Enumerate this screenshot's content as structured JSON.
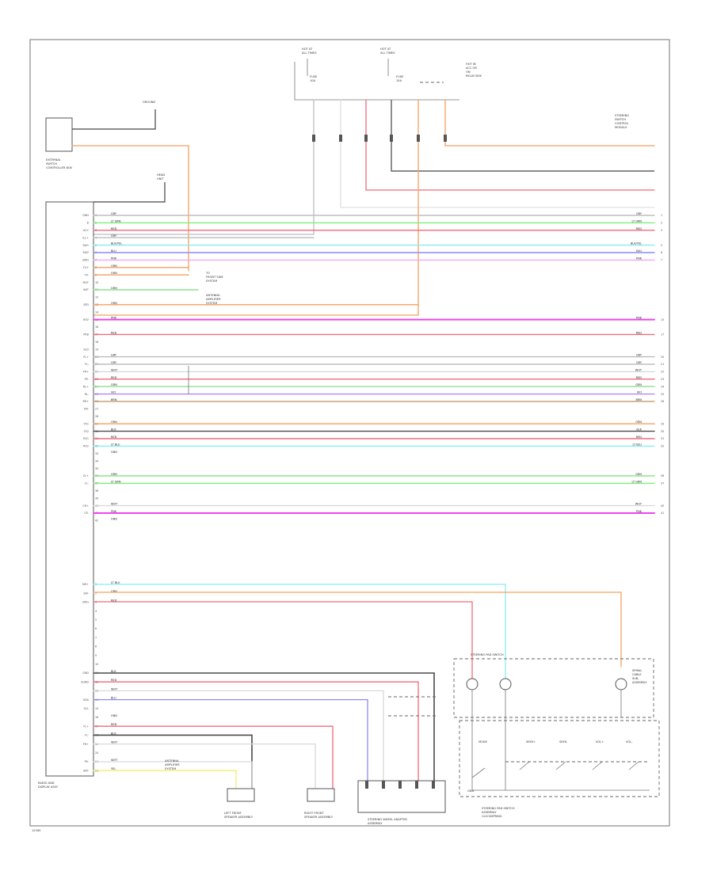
{
  "diagram": {
    "footer": "12345",
    "labels": {
      "left_top_box": [
        "EXTERNAL",
        "SWITCH",
        "CONTROLLER BOX"
      ],
      "ground_top": "GROUND",
      "ground_mid": [
        "HEAD",
        "UNIT"
      ],
      "fuse_left": [
        "HOT AT",
        "ALL TIMES"
      ],
      "fuse_mid": [
        "HOT AT",
        "ALL TIMES"
      ],
      "fuse_left_sub": [
        "FUSE",
        "10A"
      ],
      "fuse_mid_sub": [
        "FUSE",
        "15A"
      ],
      "fuse_right": [
        "HOT IN",
        "ACC OR",
        "ON",
        "RELAY BOX"
      ],
      "right_top": [
        "STEERING",
        "SWITCH",
        "CONTROL",
        "MODULE"
      ],
      "to_entertainment": [
        "TO",
        "FRONT SIDE",
        "SYSTEM"
      ],
      "to_amp": [
        "ANTENNA",
        "AMPLIFIER",
        "SYSTEM"
      ],
      "to_other": [
        "ANTENNA",
        "AMPLIFIER",
        "SYSTEM"
      ],
      "radio": [
        "RADIO AND",
        "DISPLAY ASSY"
      ],
      "left_spk": [
        "LEFT FRONT",
        "SPEAKER ASSEMBLY"
      ],
      "right_spk": [
        "RIGHT FRONT",
        "SPEAKER ASSEMBLY"
      ],
      "center_box": [
        "STEERING WHEEL ADAPTER",
        "ASSEMBLY"
      ],
      "right_box": [
        "STEERING PAD SWITCH",
        "ASSEMBLY",
        "CLOCKSPRING"
      ],
      "right_box_top": "STEERING PAD SWITCH",
      "spiral": [
        "SPIRAL",
        "CABLE",
        "SUB-",
        "ASSEMBLY"
      ],
      "switch_labels": [
        "MODE",
        "SEEK+",
        "SEEK-",
        "VOL+",
        "VOL-"
      ],
      "sw_ground": "GND"
    },
    "wire_colors": {
      "BLK": "#4a4a4a",
      "GRY": "#bdbdbd",
      "WHT": "#d9d9d9",
      "RED": "#f06a7a",
      "LT GRN": "#7df07d",
      "GRN": "#8ee28e",
      "PNK": "#f3a6f3",
      "MAG": "#ee44ee",
      "BLU": "#8a8af5",
      "VIO": "#b38cf0",
      "ORN": "#f5a05f",
      "LT BLU": "#88ecf3",
      "YEL": "#f2ee6a",
      "BRN": "#c9a27a"
    },
    "left_wires": [
      {
        "pin": "GND",
        "color": "GRY",
        "label": "GRY",
        "right": "GRY"
      },
      {
        "pin": "B",
        "color": "LT GRN",
        "label": "LT GRN",
        "right": "LT GRN"
      },
      {
        "pin": "ACC",
        "color": "RED",
        "label": "RED",
        "right": "RED"
      },
      {
        "pin": "ILL+",
        "color": "GRY",
        "label": "GRY",
        "right": ""
      },
      {
        "pin": "SW1",
        "color": "LT BLU",
        "label": "BLK/YEL",
        "right": "BLK/YEL"
      },
      {
        "pin": "SW2",
        "color": "BLU",
        "label": "BLU",
        "right": "BLU"
      },
      {
        "pin": "SWG",
        "color": "PNK",
        "label": "PNK",
        "right": "PNK"
      },
      {
        "pin": "TX+",
        "color": "ORN",
        "label": "ORN",
        "right": ""
      },
      {
        "pin": "TX-",
        "color": "ORN",
        "label": "ORN",
        "right": ""
      },
      {
        "pin": "MUT",
        "color": "",
        "label": "",
        "right": ""
      },
      {
        "pin": "ANT",
        "color": "GRN",
        "label": "GRN",
        "right": ""
      },
      {
        "pin": "",
        "color": "",
        "label": "",
        "right": ""
      },
      {
        "pin": "SPD",
        "color": "ORN",
        "label": "ORN",
        "right": ""
      },
      {
        "pin": "",
        "color": "",
        "label": "",
        "right": ""
      },
      {
        "pin": "REV",
        "color": "MAG",
        "label": "PNK",
        "right": "PNK"
      },
      {
        "pin": "",
        "color": "",
        "label": "",
        "right": ""
      },
      {
        "pin": "PKB",
        "color": "RED",
        "label": "RED",
        "right": "RED"
      },
      {
        "pin": "",
        "color": "",
        "label": "",
        "right": ""
      },
      {
        "pin": "SLD",
        "color": "",
        "label": "",
        "right": ""
      },
      {
        "pin": "FL+",
        "color": "GRY",
        "label": "GRY",
        "right": "GRY"
      },
      {
        "pin": "FL-",
        "color": "GRY",
        "label": "GRY",
        "right": "GRY"
      },
      {
        "pin": "FR+",
        "color": "WHT",
        "label": "WHT",
        "right": "WHT"
      },
      {
        "pin": "FR-",
        "color": "RED",
        "label": "RED",
        "right": "RED"
      },
      {
        "pin": "RL+",
        "color": "GRN",
        "label": "GRN",
        "right": "GRN"
      },
      {
        "pin": "RL-",
        "color": "VIO",
        "label": "VIO",
        "right": "VIO"
      },
      {
        "pin": "RR+",
        "color": "BRN",
        "label": "BRN",
        "right": "BRN"
      },
      {
        "pin": "RR-",
        "color": "",
        "label": "",
        "right": ""
      },
      {
        "pin": "",
        "color": "",
        "label": "",
        "right": ""
      },
      {
        "pin": "TX1",
        "color": "ORN",
        "label": "ORN",
        "right": "ORN"
      },
      {
        "pin": "TX2",
        "color": "BLK",
        "label": "BLK",
        "right": "BLK"
      },
      {
        "pin": "RX1",
        "color": "RED",
        "label": "RED",
        "right": "RED"
      },
      {
        "pin": "RX2",
        "color": "LT BLU",
        "label": "LT BLU",
        "right": "LT BLU"
      },
      {
        "pin": "",
        "color": "",
        "label": "GND",
        "right": ""
      },
      {
        "pin": "",
        "color": "",
        "label": "",
        "right": ""
      },
      {
        "pin": "",
        "color": "",
        "label": "",
        "right": ""
      },
      {
        "pin": "CL+",
        "color": "GRN",
        "label": "GRN",
        "right": "GRN"
      },
      {
        "pin": "CL-",
        "color": "LT GRN",
        "label": "LT GRN",
        "right": "LT GRN"
      },
      {
        "pin": "",
        "color": "",
        "label": "",
        "right": ""
      },
      {
        "pin": "",
        "color": "",
        "label": "",
        "right": ""
      },
      {
        "pin": "CR+",
        "color": "WHT",
        "label": "WHT",
        "right": "WHT"
      },
      {
        "pin": "CR-",
        "color": "MAG",
        "label": "PNK",
        "right": "PNK"
      },
      {
        "pin": "",
        "color": "",
        "label": "GND",
        "right": ""
      }
    ],
    "lower_wires": [
      {
        "pin": "SW+",
        "color": "LT BLU",
        "label": "LT BLU"
      },
      {
        "pin": "SW-",
        "color": "ORN",
        "label": "ORN"
      },
      {
        "pin": "SWG",
        "color": "RED",
        "label": "RED"
      },
      {
        "pin": "",
        "color": "",
        "label": ""
      },
      {
        "pin": "",
        "color": "",
        "label": ""
      },
      {
        "pin": "",
        "color": "",
        "label": ""
      },
      {
        "pin": "",
        "color": "",
        "label": ""
      },
      {
        "pin": "",
        "color": "",
        "label": ""
      },
      {
        "pin": "",
        "color": "",
        "label": ""
      },
      {
        "pin": "",
        "color": "",
        "label": ""
      },
      {
        "pin": "GND",
        "color": "BLK",
        "label": "BLK"
      },
      {
        "pin": "SGND",
        "color": "RED",
        "label": "RED"
      },
      {
        "pin": "",
        "color": "WHT",
        "label": "WHT"
      },
      {
        "pin": "SDA",
        "color": "BLU",
        "label": "BLU"
      },
      {
        "pin": "SCL",
        "color": "",
        "label": ""
      },
      {
        "pin": "",
        "color": "",
        "label": "GND"
      },
      {
        "pin": "FL+",
        "color": "RED",
        "label": "RED"
      },
      {
        "pin": "FL-",
        "color": "BLK",
        "label": "BLK"
      },
      {
        "pin": "FR+",
        "color": "WHT",
        "label": "WHT"
      },
      {
        "pin": "",
        "color": "",
        "label": ""
      },
      {
        "pin": "FR-",
        "color": "WHT",
        "label": "WHT"
      },
      {
        "pin": "ANT",
        "color": "YEL",
        "label": "YEL"
      }
    ]
  }
}
